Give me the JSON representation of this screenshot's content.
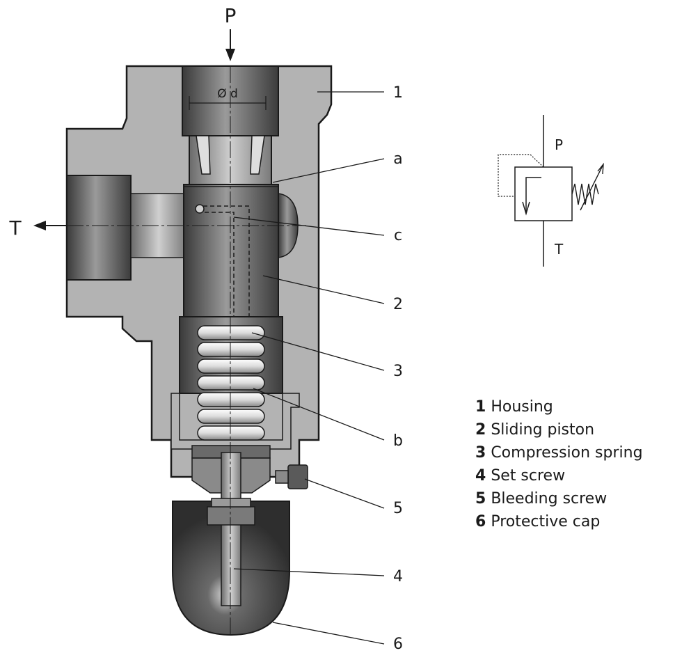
{
  "ports": {
    "pressure": "P",
    "tank": "T"
  },
  "dimension": "Ø d",
  "callouts": {
    "c1": "1",
    "ca": "a",
    "cc": "c",
    "c2": "2",
    "c3": "3",
    "cb": "b",
    "c5": "5",
    "c4": "4",
    "c6": "6"
  },
  "symbol": {
    "pressure": "P",
    "tank": "T"
  },
  "legend": [
    {
      "num": "1",
      "label": "Housing"
    },
    {
      "num": "2",
      "label": "Sliding piston"
    },
    {
      "num": "3",
      "label": "Compression spring"
    },
    {
      "num": "4",
      "label": "Set screw"
    },
    {
      "num": "5",
      "label": "Bleeding screw"
    },
    {
      "num": "6",
      "label": "Protective cap"
    }
  ],
  "colors": {
    "housing": "#b3b3b3",
    "dark": "#4a4a4a",
    "line": "#1a1a1a"
  }
}
